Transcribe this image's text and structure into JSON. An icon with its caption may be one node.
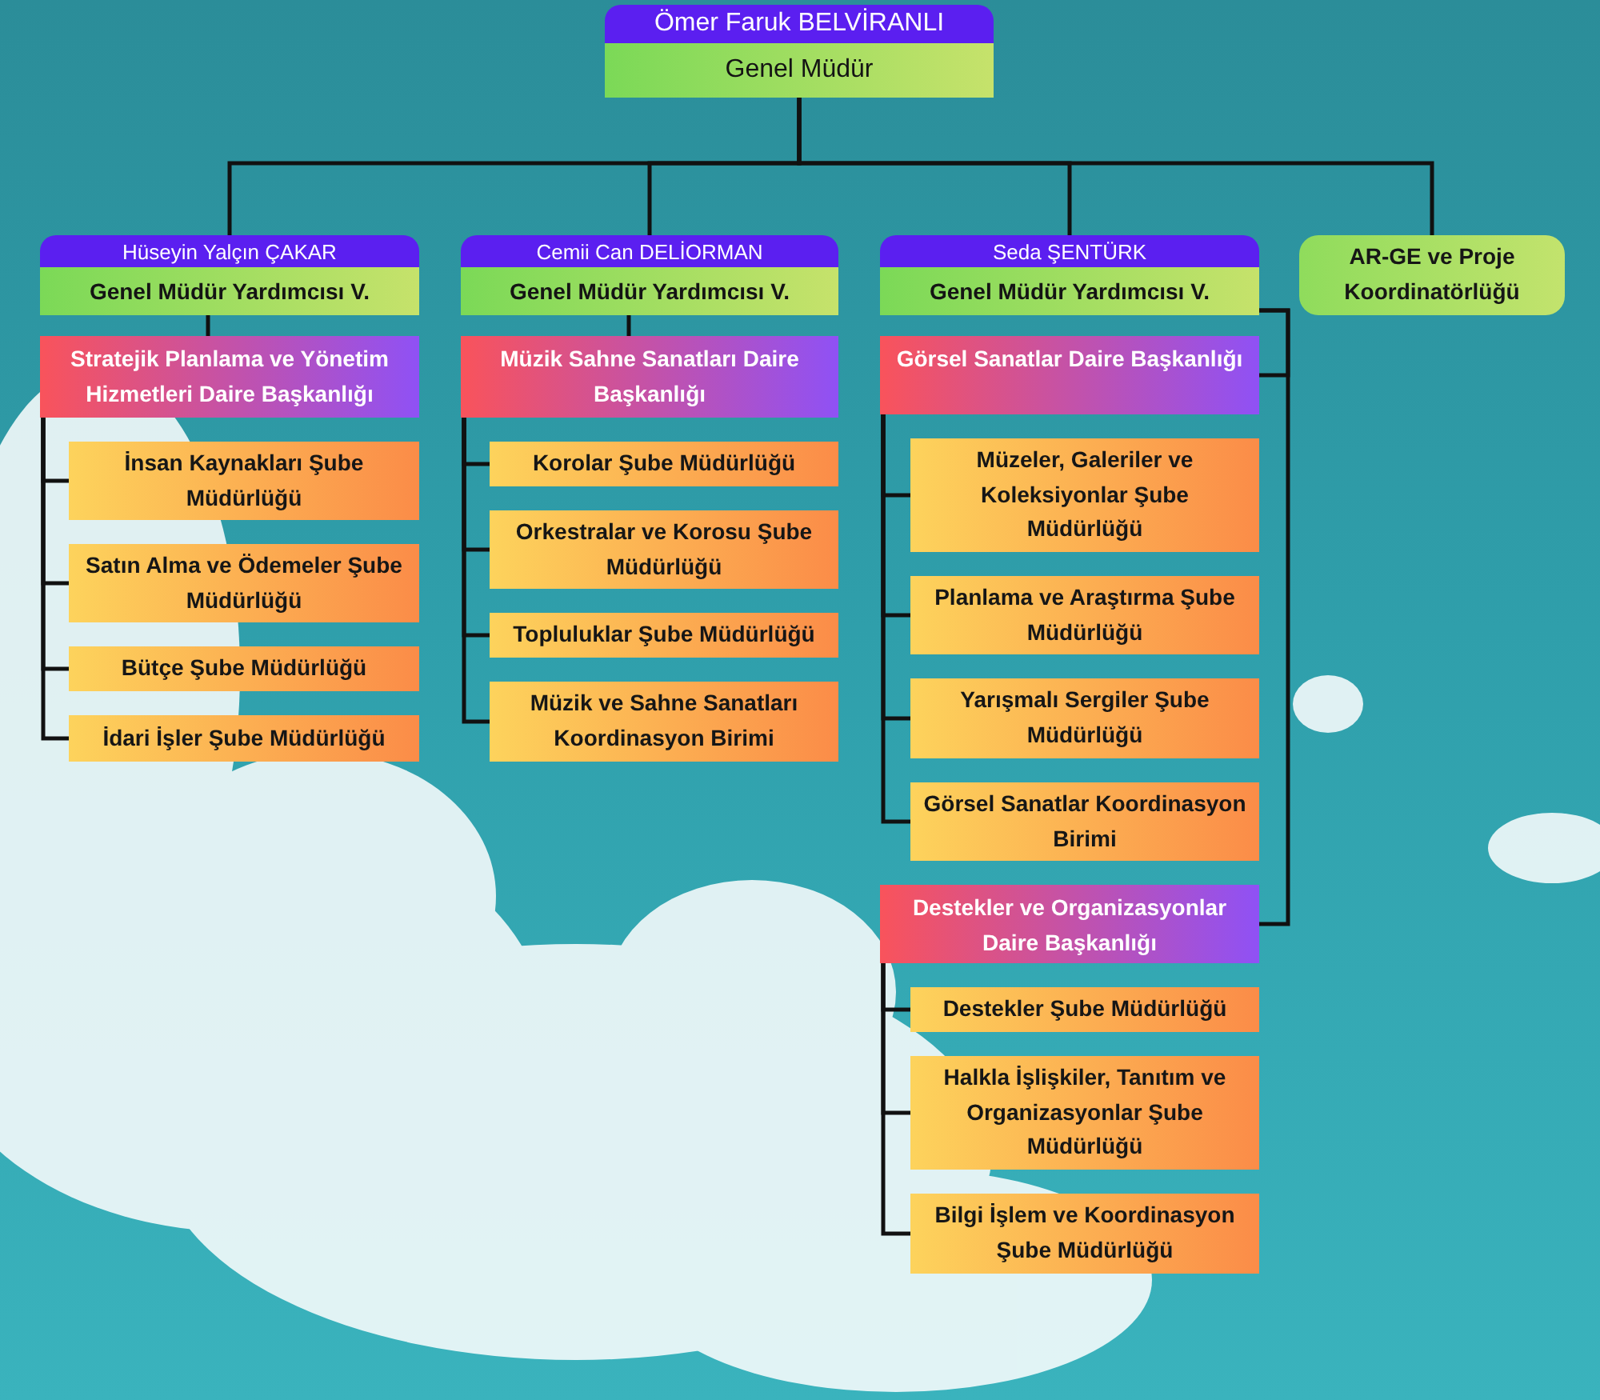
{
  "diagram": {
    "nodes": [
      {
        "text": [
          "Ömer Faruk BELVİRANLI",
          "Genel Müdür"
        ]
      },
      {
        "text": [
          "Hüseyin Yalçın ÇAKAR",
          "Genel Müdür Yardımcısı V."
        ]
      },
      {
        "text": [
          "Cemii Can DELİORMAN",
          "Genel Müdür Yardımcısı V."
        ]
      },
      {
        "text": [
          "Seda ŞENTÜRK",
          "Genel Müdür Yardımcısı V."
        ]
      },
      {
        "text": [
          "AR-GE ve Proje Koordinatörlüğü"
        ]
      },
      {
        "text": [
          "Stratejik Planlama ve Yönetim Hizmetleri Daire Başkanlığı"
        ]
      },
      {
        "text": [
          "İnsan Kaynakları Şube Müdürlüğü"
        ]
      },
      {
        "text": [
          "Satın Alma ve Ödemeler Şube Müdürlüğü"
        ]
      },
      {
        "text": [
          "Bütçe Şube Müdürlüğü"
        ]
      },
      {
        "text": [
          "İdari İşler Şube Müdürlüğü"
        ]
      },
      {
        "text": [
          "Müzik Sahne Sanatları Daire Başkanlığı"
        ]
      },
      {
        "text": [
          "Korolar Şube Müdürlüğü"
        ]
      },
      {
        "text": [
          "Orkestralar ve Korosu Şube Müdürlüğü"
        ]
      },
      {
        "text": [
          "Topluluklar Şube Müdürlüğü"
        ]
      },
      {
        "text": [
          "Müzik ve Sahne Sanatları Koordinasyon Birimi"
        ]
      },
      {
        "text": [
          "Görsel Sanatlar Daire Başkanlığı"
        ]
      },
      {
        "text": [
          "Müzeler, Galeriler ve Koleksiyonlar Şube Müdürlüğü"
        ]
      },
      {
        "text": [
          "Planlama  ve Araştırma Şube Müdürlüğü"
        ]
      },
      {
        "text": [
          "Yarışmalı Sergiler Şube Müdürlüğü"
        ]
      },
      {
        "text": [
          "Görsel Sanatlar Koordinasyon Birimi"
        ]
      },
      {
        "text": [
          "Destekler ve Organizasyonlar Daire Başkanlığı"
        ]
      },
      {
        "text": [
          "Destekler Şube Müdürlüğü"
        ]
      },
      {
        "text": [
          "Halkla İşlişkiler, Tanıtım ve Organizasyonlar Şube Müdürlüğü"
        ]
      },
      {
        "text": [
          "Bilgi İşlem ve Koordinasyon Şube Müdürlüğü"
        ]
      }
    ],
    "edges": [
      {
        "from": 0,
        "to": 1,
        "arrow": "none"
      },
      {
        "from": 0,
        "to": 2,
        "arrow": "none"
      },
      {
        "from": 0,
        "to": 3,
        "arrow": "none"
      },
      {
        "from": 0,
        "to": 4,
        "arrow": "none"
      },
      {
        "from": 1,
        "to": 5,
        "arrow": "none"
      },
      {
        "from": 5,
        "to": 6,
        "arrow": "none"
      },
      {
        "from": 5,
        "to": 7,
        "arrow": "none"
      },
      {
        "from": 5,
        "to": 8,
        "arrow": "none"
      },
      {
        "from": 5,
        "to": 9,
        "arrow": "none"
      },
      {
        "from": 2,
        "to": 10,
        "arrow": "none"
      },
      {
        "from": 10,
        "to": 11,
        "arrow": "none"
      },
      {
        "from": 10,
        "to": 12,
        "arrow": "none"
      },
      {
        "from": 10,
        "to": 13,
        "arrow": "none"
      },
      {
        "from": 10,
        "to": 14,
        "arrow": "none"
      },
      {
        "from": 3,
        "to": 15,
        "arrow": "none"
      },
      {
        "from": 15,
        "to": 16,
        "arrow": "none"
      },
      {
        "from": 15,
        "to": 17,
        "arrow": "none"
      },
      {
        "from": 15,
        "to": 18,
        "arrow": "none"
      },
      {
        "from": 15,
        "to": 19,
        "arrow": "none"
      },
      {
        "from": 3,
        "to": 20,
        "arrow": "none"
      },
      {
        "from": 20,
        "to": 21,
        "arrow": "none"
      },
      {
        "from": 20,
        "to": 22,
        "arrow": "none"
      },
      {
        "from": 20,
        "to": 23,
        "arrow": "none"
      }
    ]
  }
}
